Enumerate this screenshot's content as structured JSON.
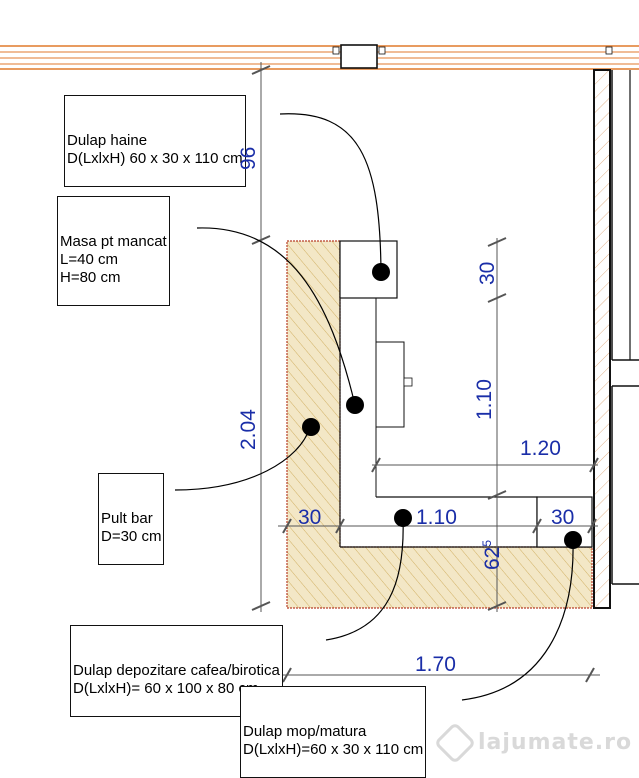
{
  "labels": {
    "dulap_haine": {
      "line1": "Dulap haine",
      "line2": "D(LxlxH) 60 x 30 x 110 cm"
    },
    "masa": {
      "line1": "Masa pt mancat",
      "line2": "L=40 cm",
      "line3": "H=80 cm"
    },
    "pult": {
      "line1": "Pult bar",
      "line2": "D=30 cm"
    },
    "dulap_cafea": {
      "line1": "Dulap depozitare cafea/birotica",
      "line2": "D(LxlxH)= 60 x 100 x 80 cm"
    },
    "dulap_mop": {
      "line1": "Dulap mop/matura",
      "line2": "D(LxlxH)=60 x 30 x 110 cm"
    }
  },
  "dimensions": {
    "d96": "96",
    "d204": "2.04",
    "d30_top": "30",
    "d110_vert": "1.10",
    "d120": "1.20",
    "d30_left": "30",
    "d110_horiz": "1.10",
    "d30_right": "30",
    "d62_main": "62",
    "d62_sup": "5",
    "d170": "1.70"
  },
  "watermark": "lajumate.ro",
  "colors": {
    "wall_orange": "#e07a2c",
    "dimension_blue": "#1a2ea8",
    "hatch_fill": "#f3e7c6",
    "hatch_line": "#c9a24a",
    "leader": "#000000"
  }
}
